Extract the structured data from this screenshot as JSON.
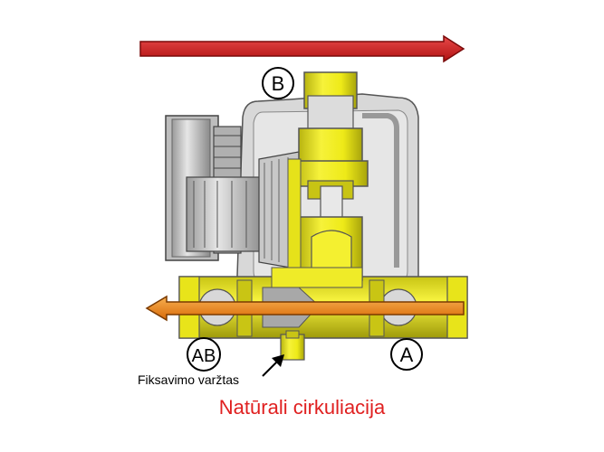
{
  "labels": {
    "port_b": "B",
    "port_ab": "AB",
    "port_a": "A",
    "screw": "Fiksavimo varžtas"
  },
  "caption": "Natūrali cirkuliacija",
  "colors": {
    "top_arrow": "#d42020",
    "bottom_arrow": "#f08a1a",
    "caption_text": "#e02020",
    "valve_yellow": "#f2ee1e",
    "housing_gray": "#d6d6d6"
  },
  "icons": {
    "top_arrow": "arrow-right-icon",
    "bottom_arrow": "arrow-left-icon",
    "screw_pointer": "pointer-arrow-icon"
  }
}
